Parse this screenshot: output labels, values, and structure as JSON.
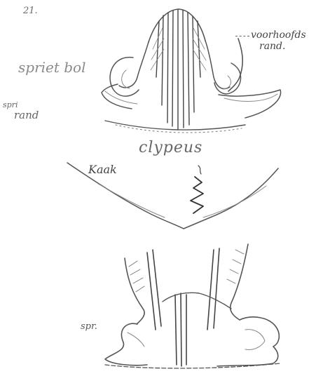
{
  "labels": {
    "corner_mark": "21.",
    "voorhoofds_line1": "voorhoofds",
    "voorhoofds_line2": "rand.",
    "sprietbol": "spriet bol",
    "spri_rand_line1": "spri",
    "spri_rand_line2": "rand",
    "clypeus": "clypeus",
    "kaak": "Kaak",
    "spr": "spr."
  },
  "colors": {
    "ink": "#555555",
    "faint_ink": "#9a9a9a",
    "paper": "#ffffff"
  }
}
